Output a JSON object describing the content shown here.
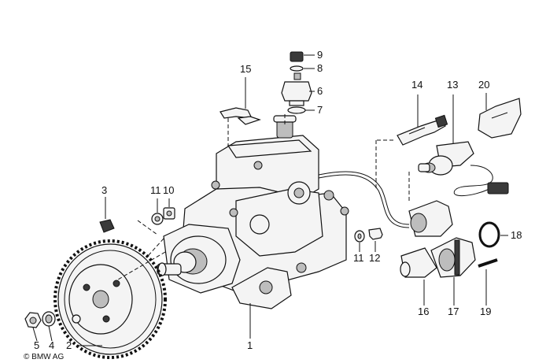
{
  "diagram": {
    "callouts": [
      "1",
      "2",
      "3",
      "4",
      "5",
      "6",
      "7",
      "8",
      "9",
      "10",
      "11",
      "11",
      "12",
      "13",
      "14",
      "15",
      "16",
      "17",
      "18",
      "19",
      "20"
    ],
    "copyright": "© BMW AG"
  }
}
